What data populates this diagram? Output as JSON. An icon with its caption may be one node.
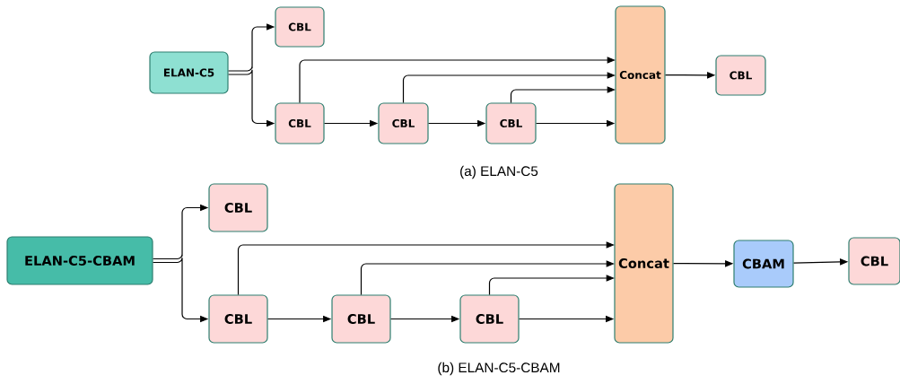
{
  "diagram": {
    "nodes": [
      {
        "text": [
          "ELAN-C5"
        ]
      },
      {
        "text": [
          "CBL"
        ]
      },
      {
        "text": [
          "CBL"
        ]
      },
      {
        "text": [
          "CBL"
        ]
      },
      {
        "text": [
          "CBL"
        ]
      },
      {
        "text": [
          "Concat"
        ]
      },
      {
        "text": [
          "CBL"
        ]
      },
      {
        "text": [
          "ELAN-C5-CBAM"
        ]
      },
      {
        "text": [
          "CBL"
        ]
      },
      {
        "text": [
          "CBL"
        ]
      },
      {
        "text": [
          "CBL"
        ]
      },
      {
        "text": [
          "CBL"
        ]
      },
      {
        "text": [
          "Concat"
        ]
      },
      {
        "text": [
          "CBAM"
        ]
      },
      {
        "text": [
          "CBL"
        ]
      }
    ],
    "edges": [
      {
        "from": 0,
        "to": 1,
        "arrow": "to"
      },
      {
        "from": 0,
        "to": 2,
        "arrow": "to"
      },
      {
        "from": 2,
        "to": 3,
        "arrow": "to"
      },
      {
        "from": 3,
        "to": 4,
        "arrow": "to"
      },
      {
        "from": 2,
        "to": 5,
        "arrow": "to"
      },
      {
        "from": 3,
        "to": 5,
        "arrow": "to"
      },
      {
        "from": 4,
        "to": 5,
        "arrow": "to"
      },
      {
        "from": 4,
        "to": 5,
        "arrow": "to"
      },
      {
        "from": 5,
        "to": 6,
        "arrow": "to"
      },
      {
        "from": 7,
        "to": 8,
        "arrow": "to"
      },
      {
        "from": 7,
        "to": 9,
        "arrow": "to"
      },
      {
        "from": 9,
        "to": 10,
        "arrow": "to"
      },
      {
        "from": 10,
        "to": 11,
        "arrow": "to"
      },
      {
        "from": 9,
        "to": 12,
        "arrow": "to"
      },
      {
        "from": 10,
        "to": 12,
        "arrow": "to"
      },
      {
        "from": 11,
        "to": 12,
        "arrow": "to"
      },
      {
        "from": 11,
        "to": 12,
        "arrow": "to"
      },
      {
        "from": 12,
        "to": 13,
        "arrow": "to"
      },
      {
        "from": 13,
        "to": 14,
        "arrow": "to"
      }
    ],
    "labels": [
      "(a) ELAN-C5",
      "(b) ELAN-C5-CBAM"
    ]
  }
}
